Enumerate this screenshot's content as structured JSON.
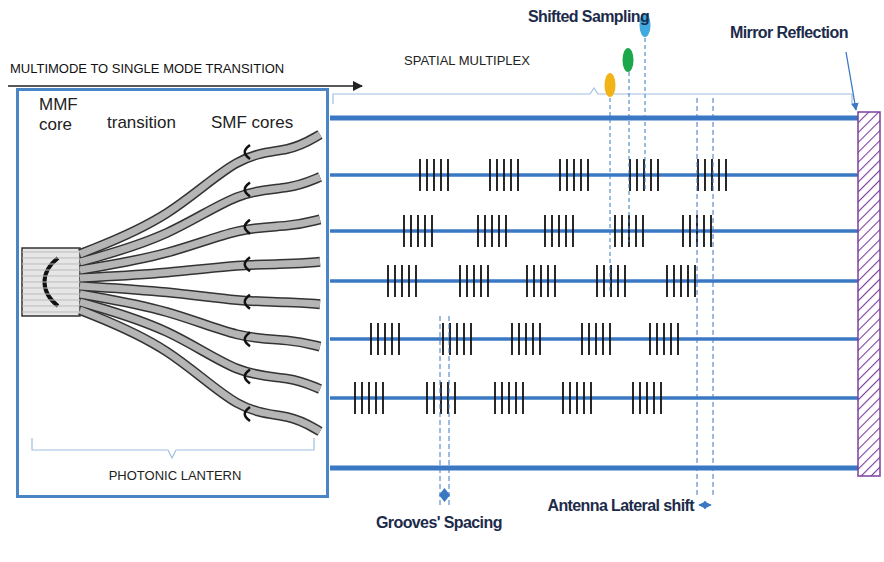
{
  "diagram": {
    "nodes": [
      {
        "text": [
          "MMF core",
          "transition",
          "SMF cores",
          "PHOTONIC LANTERN"
        ]
      }
    ],
    "labels": [
      "MULTIMODE TO SINGLE MODE TRANSITION",
      "SPATIAL MULTIPLEX",
      "Shifted Sampling",
      "Mirror Reflection",
      "Grooves' Spacing",
      "Antenna Lateral shift"
    ]
  }
}
